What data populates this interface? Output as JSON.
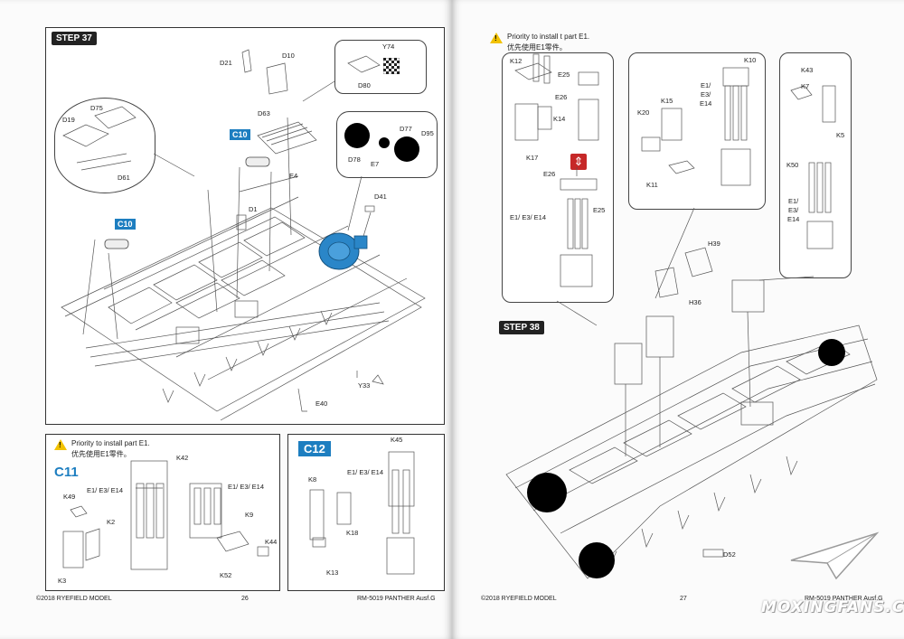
{
  "left_page": {
    "step37": {
      "tag": "STEP 37",
      "parts": {
        "D21": "D21",
        "D10": "D10",
        "Y74": "Y74",
        "D80": "D80",
        "D63": "D63",
        "D75": "D75",
        "D19": "D19",
        "D61": "D61",
        "C10a": "C10",
        "C10b": "C10",
        "E4": "E4",
        "D77": "D77",
        "D95": "D95",
        "D78": "D78",
        "E7": "E7",
        "D41": "D41",
        "D1": "D1",
        "Y33": "Y33",
        "E40": "E40"
      }
    },
    "c11": {
      "warning_en": "Priority to install part E1.",
      "warning_cn": "优先使用E1零件。",
      "title": "C11",
      "parts": {
        "K42": "K42",
        "E1E3E14a": "E1/ E3/ E14",
        "E1E3E14b": "E1/ E3/ E14",
        "K49": "K49",
        "K2": "K2",
        "K3": "K3",
        "K9": "K9",
        "K44": "K44",
        "K52": "K52"
      }
    },
    "c12": {
      "title": "C12",
      "parts": {
        "K45": "K45",
        "K8": "K8",
        "E1E3E14": "E1/ E3/ E14",
        "K18": "K18",
        "K13": "K13"
      }
    },
    "footer": {
      "copyright": "©2018 RYEFIELD MODEL",
      "page": "26",
      "model": "RM-5019 PANTHER Ausf.G"
    }
  },
  "right_page": {
    "warning_en": "Priority to install t part E1.",
    "warning_cn": "优先使用E1零件。",
    "step38": {
      "tag": "STEP 38"
    },
    "parts": {
      "K12": "K12",
      "E25a": "E25",
      "E26a": "E26",
      "K14": "K14",
      "K17": "K17",
      "E26b": "E26",
      "E25b": "E25",
      "E1E3E14a": "E1/ E3/ E14",
      "K10": "K10",
      "E1a": "E1/",
      "E3a": "E3/",
      "E14a": "E14",
      "K20": "K20",
      "K15": "K15",
      "K11": "K11",
      "K43": "K43",
      "K7": "K7",
      "K5": "K5",
      "K50": "K50",
      "E1b": "E1/",
      "E3b": "E3/",
      "E14b": "E14",
      "H39": "H39",
      "H36": "H36",
      "D52": "D52"
    },
    "footer": {
      "copyright": "©2018 RYEFIELD MODEL",
      "page": "27",
      "model": "RM-5019 PANTHER Ausf.G"
    },
    "watermark": "MOXINGFANS.COM"
  },
  "colors": {
    "accent_blue": "#1d7ec0",
    "highlight_part": "#2a86c8",
    "warning_yellow": "#f2c200",
    "arrow_red": "#c62828"
  }
}
